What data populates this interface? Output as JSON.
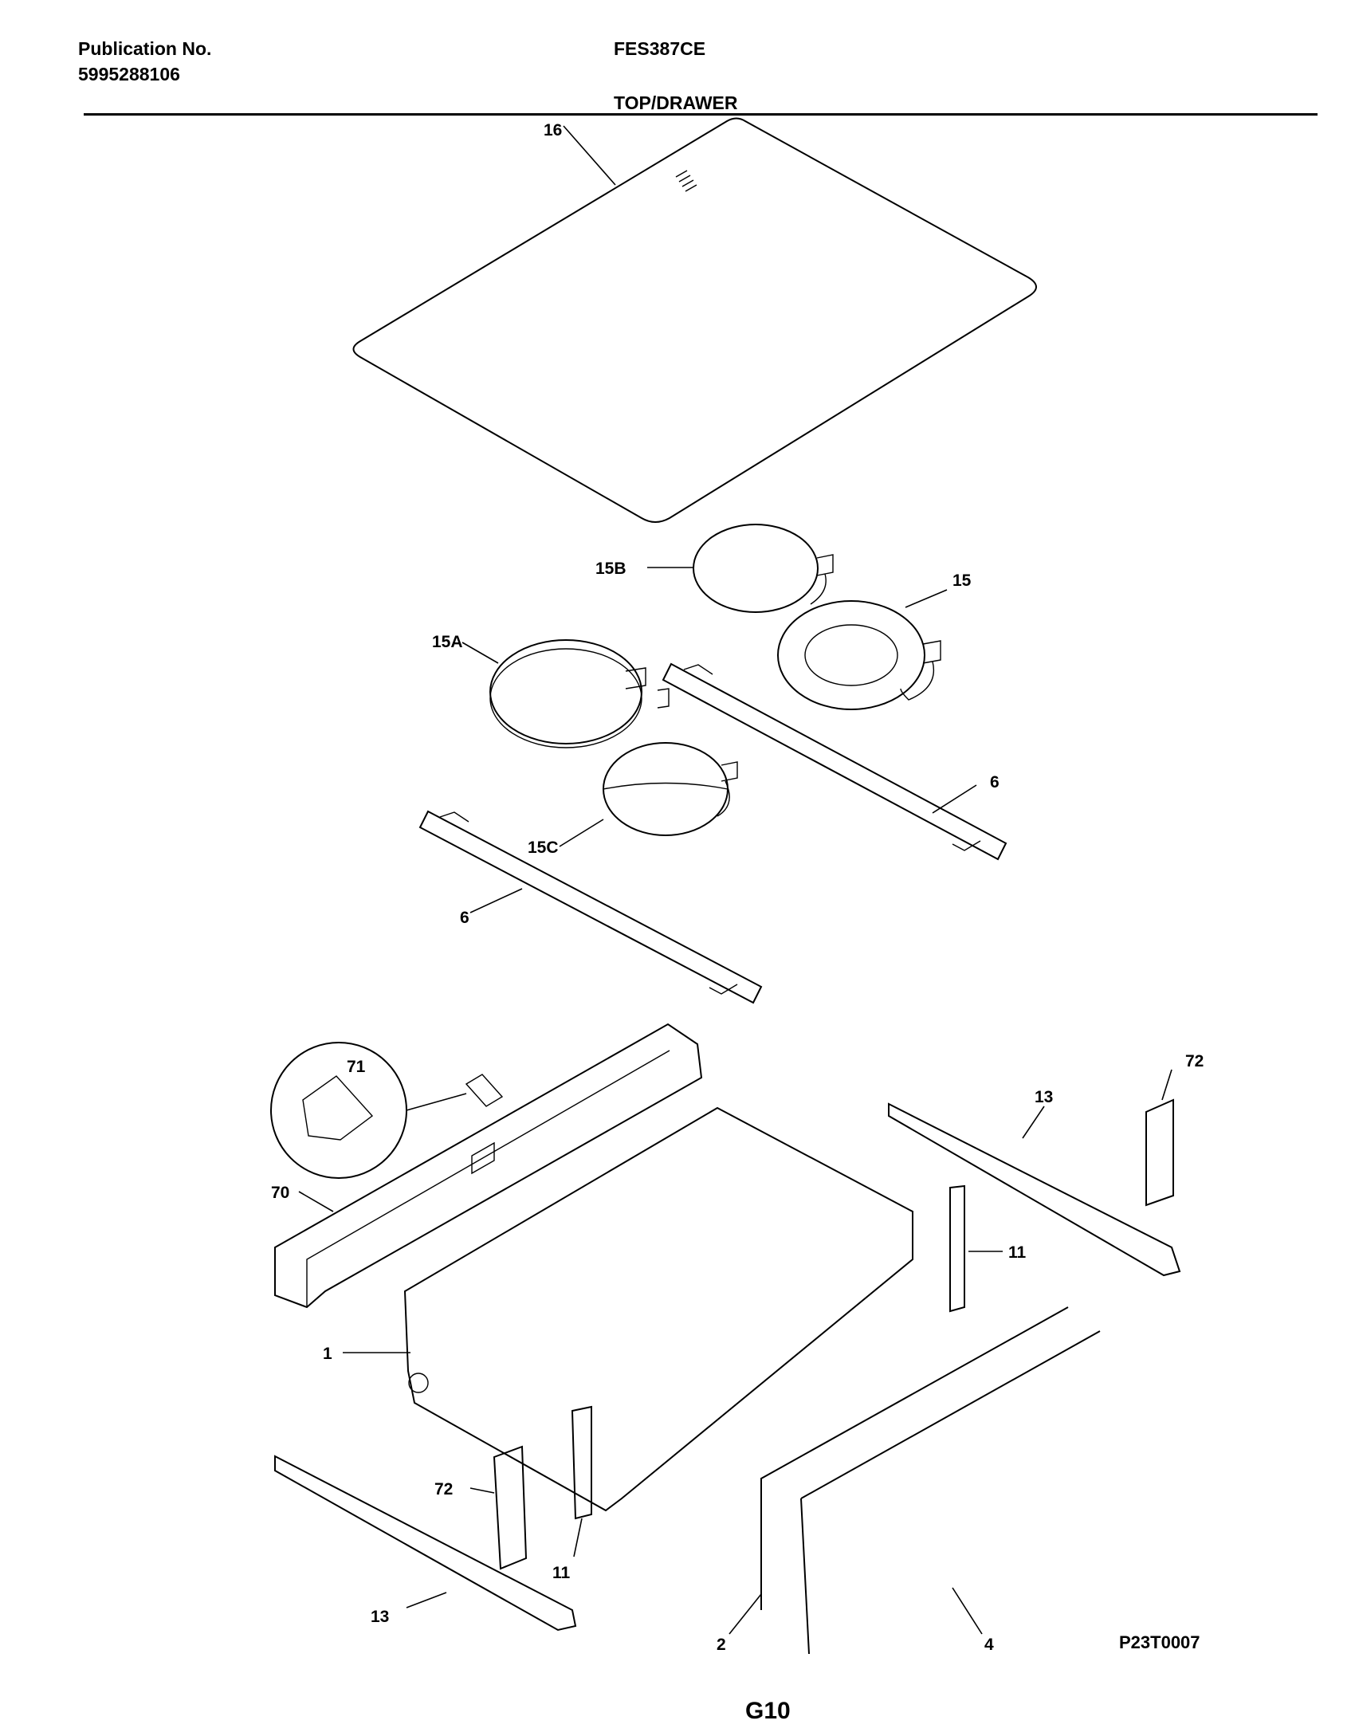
{
  "header": {
    "publication_label": "Publication No.",
    "publication_number": "5995288106",
    "model": "FES387CE",
    "section": "TOP/DRAWER"
  },
  "callouts": {
    "c16": "16",
    "c15B": "15B",
    "c15": "15",
    "c15A": "15A",
    "c6a": "6",
    "c15C": "15C",
    "c6b": "6",
    "c71": "71",
    "c72a": "72",
    "c13a": "13",
    "c70": "70",
    "c11a": "11",
    "c1": "1",
    "c72b": "72",
    "c11b": "11",
    "c13b": "13",
    "c2": "2",
    "c4": "4"
  },
  "diagram_code": "P23T0007",
  "page_number": "G10"
}
